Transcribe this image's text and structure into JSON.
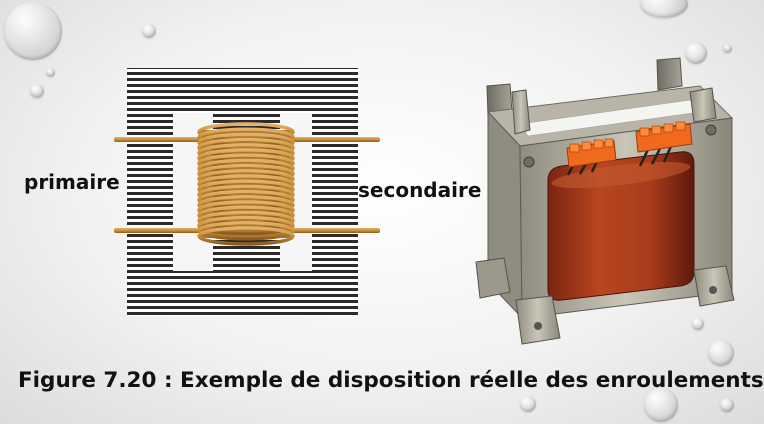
{
  "labels": {
    "primary": "primaire",
    "secondary": "secondaire"
  },
  "caption": "Figure 7.20 : Exemple de disposition réelle des enroulements",
  "colors": {
    "core_stripe": "#2b2b2b",
    "copper_wire": "#c8903a",
    "photo_coil": "#a83c1c",
    "terminal_block": "#f06a1e"
  }
}
